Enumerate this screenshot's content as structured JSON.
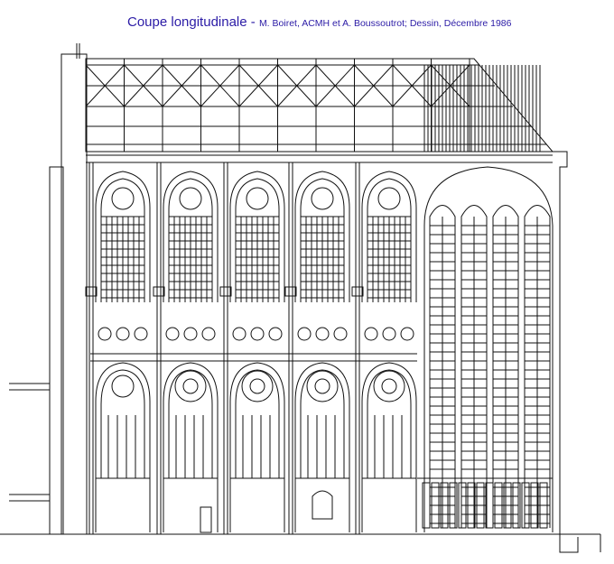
{
  "title": {
    "main": "Coupe longitudinale - ",
    "credits": "M. Boiret, ACMH et A. Boussoutrot; Dessin,  Décembre 1986",
    "color": "#2b1ba6"
  },
  "drawing": {
    "subject": "longitudinal-section",
    "nave_bays": 5,
    "apse_lancets": 4
  }
}
